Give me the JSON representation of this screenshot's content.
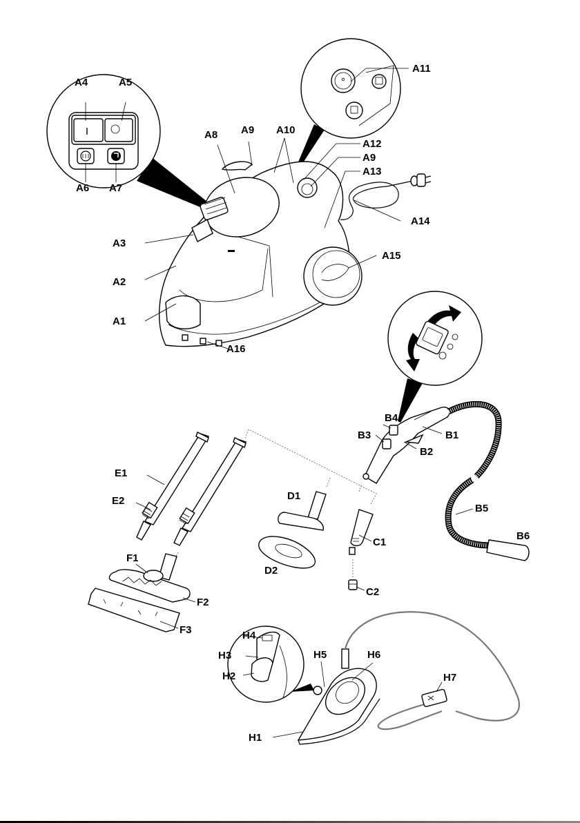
{
  "diagram": {
    "title": "Steam cleaner components",
    "colors": {
      "line": "#000000",
      "background": "#ffffff",
      "cord": "#777777"
    },
    "groups": [
      {
        "id": "A",
        "name": "base-unit",
        "labels": [
          "A1",
          "A2",
          "A3",
          "A4",
          "A5",
          "A6",
          "A7",
          "A8",
          "A9",
          "A10",
          "A11",
          "A12",
          "A9",
          "A13",
          "A14",
          "A15",
          "A16"
        ]
      },
      {
        "id": "B",
        "name": "hose-and-handle",
        "labels": [
          "B1",
          "B2",
          "B3",
          "B4",
          "B5",
          "B6"
        ]
      },
      {
        "id": "C",
        "name": "spot-nozzle",
        "labels": [
          "C1",
          "C2"
        ]
      },
      {
        "id": "D",
        "name": "hand-brush",
        "labels": [
          "D1",
          "D2"
        ]
      },
      {
        "id": "E",
        "name": "extension-tubes",
        "labels": [
          "E1",
          "E2"
        ]
      },
      {
        "id": "F",
        "name": "floor-tool",
        "labels": [
          "F1",
          "F2",
          "F3"
        ]
      },
      {
        "id": "H",
        "name": "steam-iron",
        "labels": [
          "H1",
          "H2",
          "H3",
          "H4",
          "H5",
          "H6",
          "H7"
        ]
      }
    ],
    "icons": {
      "switch_on": "I",
      "switch_off": "O",
      "heater_indicator": "heater-icon",
      "water_indicator": "tap-icon"
    }
  }
}
